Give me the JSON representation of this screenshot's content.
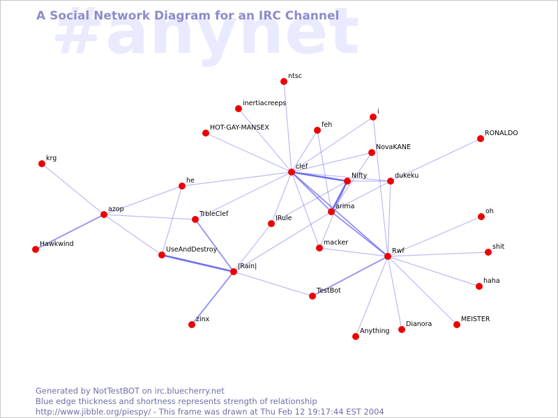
{
  "watermark": "#anynet",
  "title": "A Social Network Diagram for an IRC Channel",
  "footer": {
    "line1": "Generated by NotTestBOT on irc.bluecherry.net",
    "line2": "Blue edge thickness and shortness represents strength of relationship",
    "line3": "http://www.jibble.org/piespy/ - This frame was drawn at Thu Feb 12 19:17:44 EST 2004"
  },
  "colors": {
    "node": "#ee0000",
    "edge": "#6666ee",
    "title": "#8c8cc8",
    "watermark": "#eaeaff"
  },
  "nodes": [
    {
      "id": "ntsc",
      "label": "ntsc"
    },
    {
      "id": "inertiacreeps",
      "label": "inertiacreeps"
    },
    {
      "id": "i",
      "label": "i"
    },
    {
      "id": "feh",
      "label": "feh"
    },
    {
      "id": "hotgay",
      "label": "HOT-GAY-MANSEX"
    },
    {
      "id": "ronaldo",
      "label": "RONALDO"
    },
    {
      "id": "novakane",
      "label": "NovaKANE"
    },
    {
      "id": "krg",
      "label": "krg"
    },
    {
      "id": "clef",
      "label": "clef"
    },
    {
      "id": "nifty",
      "label": "Nifty"
    },
    {
      "id": "dukeku",
      "label": "dukeku"
    },
    {
      "id": "he",
      "label": "he"
    },
    {
      "id": "arima",
      "label": "arima"
    },
    {
      "id": "azop",
      "label": "azop"
    },
    {
      "id": "trbleclef",
      "label": "TrbleClef"
    },
    {
      "id": "irule",
      "label": "IRule"
    },
    {
      "id": "oh",
      "label": "oh"
    },
    {
      "id": "hawkwind",
      "label": "Hawkwind"
    },
    {
      "id": "macker",
      "label": "macker"
    },
    {
      "id": "useanddestroy",
      "label": "UseAndDestroy"
    },
    {
      "id": "shit",
      "label": "shit"
    },
    {
      "id": "rwf",
      "label": "Rwf"
    },
    {
      "id": "irain",
      "label": "|Rain|"
    },
    {
      "id": "haha",
      "label": "haha"
    },
    {
      "id": "testbot",
      "label": "TestBot"
    },
    {
      "id": "zinx",
      "label": "zinx"
    },
    {
      "id": "meister",
      "label": "MEISTER"
    },
    {
      "id": "dianora",
      "label": "Dianora"
    },
    {
      "id": "anything",
      "label": "Anything"
    }
  ],
  "edges": [
    {
      "from": "ntsc",
      "to": "clef",
      "strength": 1
    },
    {
      "from": "inertiacreeps",
      "to": "clef",
      "strength": 1
    },
    {
      "from": "hotgay",
      "to": "clef",
      "strength": 1
    },
    {
      "from": "feh",
      "to": "clef",
      "strength": 1
    },
    {
      "from": "feh",
      "to": "arima",
      "strength": 1
    },
    {
      "from": "i",
      "to": "clef",
      "strength": 1
    },
    {
      "from": "i",
      "to": "rwf",
      "strength": 1
    },
    {
      "from": "novakane",
      "to": "clef",
      "strength": 1
    },
    {
      "from": "novakane",
      "to": "arima",
      "strength": 1
    },
    {
      "from": "ronaldo",
      "to": "dukeku",
      "strength": 1
    },
    {
      "from": "clef",
      "to": "nifty",
      "strength": 3
    },
    {
      "from": "clef",
      "to": "dukeku",
      "strength": 1
    },
    {
      "from": "clef",
      "to": "arima",
      "strength": 2
    },
    {
      "from": "clef",
      "to": "rwf",
      "strength": 2
    },
    {
      "from": "clef",
      "to": "he",
      "strength": 1
    },
    {
      "from": "clef",
      "to": "trbleclef",
      "strength": 1
    },
    {
      "from": "clef",
      "to": "irule",
      "strength": 1
    },
    {
      "from": "clef",
      "to": "macker",
      "strength": 1
    },
    {
      "from": "nifty",
      "to": "arima",
      "strength": 3
    },
    {
      "from": "nifty",
      "to": "dukeku",
      "strength": 1
    },
    {
      "from": "nifty",
      "to": "irule",
      "strength": 1
    },
    {
      "from": "nifty",
      "to": "macker",
      "strength": 1
    },
    {
      "from": "dukeku",
      "to": "arima",
      "strength": 1
    },
    {
      "from": "dukeku",
      "to": "rwf",
      "strength": 1
    },
    {
      "from": "arima",
      "to": "rwf",
      "strength": 2
    },
    {
      "from": "arima",
      "to": "irain",
      "strength": 1
    },
    {
      "from": "krg",
      "to": "azop",
      "strength": 1
    },
    {
      "from": "azop",
      "to": "he",
      "strength": 1
    },
    {
      "from": "azop",
      "to": "trbleclef",
      "strength": 1
    },
    {
      "from": "azop",
      "to": "useanddestroy",
      "strength": 1
    },
    {
      "from": "azop",
      "to": "hawkwind",
      "strength": 2
    },
    {
      "from": "he",
      "to": "useanddestroy",
      "strength": 1
    },
    {
      "from": "trbleclef",
      "to": "irain",
      "strength": 2
    },
    {
      "from": "irule",
      "to": "irain",
      "strength": 1
    },
    {
      "from": "useanddestroy",
      "to": "irain",
      "strength": 3
    },
    {
      "from": "irain",
      "to": "zinx",
      "strength": 2
    },
    {
      "from": "irain",
      "to": "testbot",
      "strength": 1
    },
    {
      "from": "macker",
      "to": "rwf",
      "strength": 1
    },
    {
      "from": "rwf",
      "to": "testbot",
      "strength": 2
    },
    {
      "from": "rwf",
      "to": "oh",
      "strength": 1
    },
    {
      "from": "rwf",
      "to": "shit",
      "strength": 1
    },
    {
      "from": "rwf",
      "to": "haha",
      "strength": 1
    },
    {
      "from": "rwf",
      "to": "meister",
      "strength": 1
    },
    {
      "from": "rwf",
      "to": "dianora",
      "strength": 1
    },
    {
      "from": "rwf",
      "to": "anything",
      "strength": 1
    }
  ]
}
